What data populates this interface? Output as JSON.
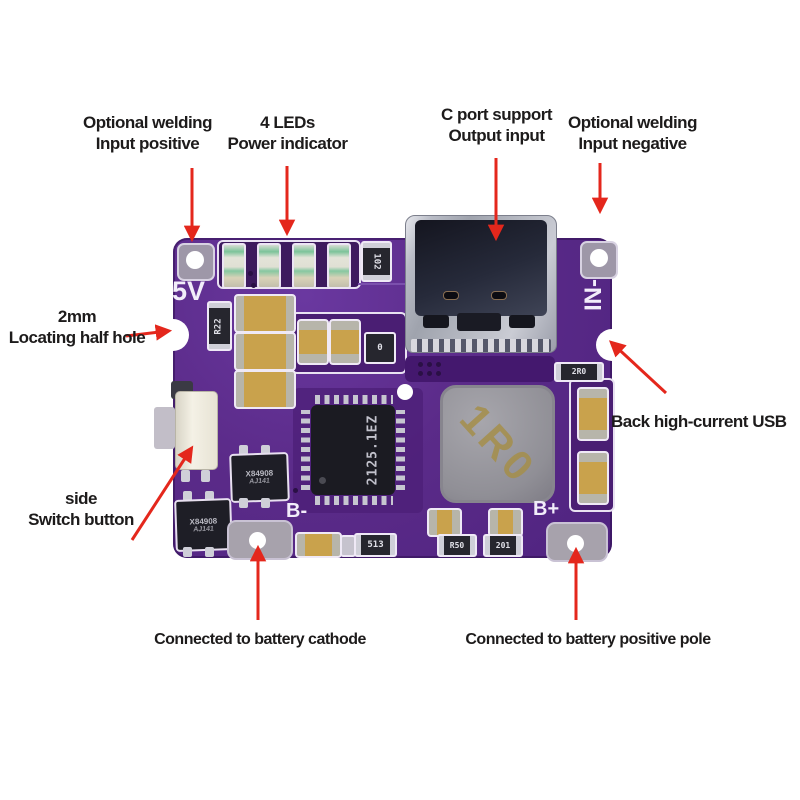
{
  "annotations": {
    "input_positive": {
      "line1": "Optional welding",
      "line2": "Input positive"
    },
    "power_leds": {
      "line1": "4 LEDs",
      "line2": "Power indicator"
    },
    "c_port": {
      "line1": "C port support",
      "line2": "Output input"
    },
    "input_negative": {
      "line1": "Optional welding",
      "line2": "Input negative"
    },
    "locating_hole": {
      "line1": "2mm",
      "line2": "Locating half hole"
    },
    "back_usb": {
      "text": "Back high-current USB"
    },
    "side_switch": {
      "line1": "side",
      "line2": "Switch button"
    },
    "battery_cathode": {
      "text": "Connected to battery cathode"
    },
    "battery_positive": {
      "text": "Connected to battery positive pole"
    }
  },
  "board": {
    "silkscreen": {
      "v5": "5V",
      "in_neg": "IN-",
      "b_minus": "B-",
      "b_plus": "B+"
    },
    "main_ic_marking": "2125.1EZ",
    "inductor_marking": "1R0",
    "mosfet_marking_line1": "X84908",
    "mosfet_marking_line2": "AJ141",
    "resistor_markings": {
      "r102": "102",
      "r22": "R22",
      "r0": "0",
      "r2r0": "2R0",
      "r513": "513",
      "r50": "R50",
      "r201": "201"
    }
  },
  "colors": {
    "arrow_red": "#e4271c",
    "pcb_purple": "#5b2b89",
    "label_text": "#1d1b1b"
  }
}
